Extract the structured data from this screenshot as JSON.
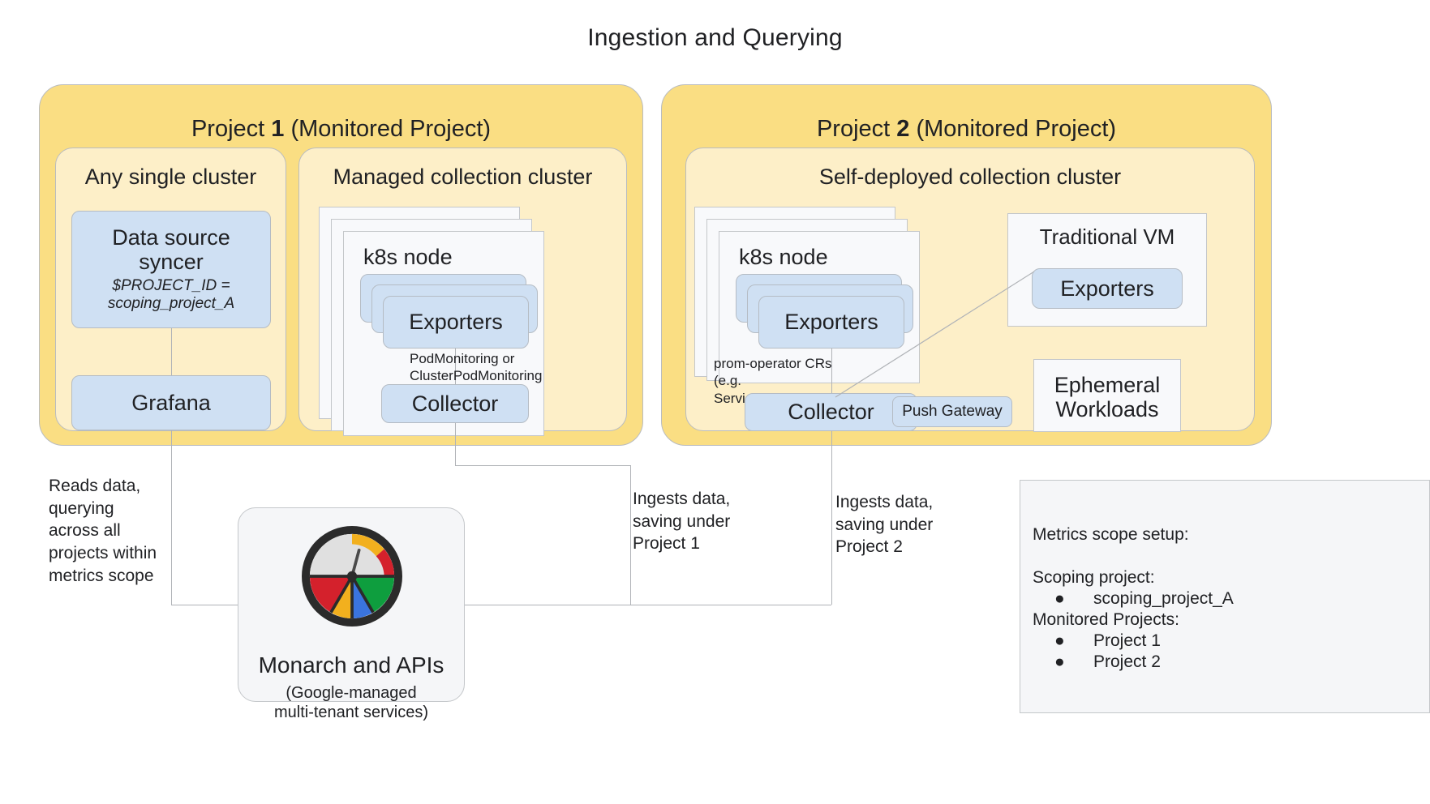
{
  "title": "Ingestion and Querying",
  "projects": [
    {
      "title_prefix": "Project ",
      "number": "1",
      "title_suffix": " (Monitored Project)",
      "clusters": [
        {
          "name": "Any single cluster",
          "boxes": [
            {
              "label": "Data source\nsyncer",
              "sub": "$PROJECT_ID =\nscoping_project_A"
            },
            {
              "label": "Grafana"
            }
          ]
        },
        {
          "name": "Managed collection cluster",
          "node_label": "k8s node",
          "exporters_label": "Exporters",
          "collector_label": "Collector",
          "edge_label": "PodMonitoring or\nClusterPodMonitoring"
        }
      ]
    },
    {
      "title_prefix": "Project ",
      "number": "2",
      "title_suffix": " (Monitored Project)",
      "clusters": [
        {
          "name": "Self-deployed collection cluster",
          "node_label": "k8s node",
          "exporters_label": "Exporters",
          "collector_label": "Collector",
          "edge_label": "prom-operator CRs\n(e.g. ServiceMonitor)",
          "push_gateway_label": "Push Gateway",
          "vm_title": "Traditional VM",
          "vm_exporters_label": "Exporters",
          "ephemeral_title": "Ephemeral\nWorkloads"
        }
      ]
    }
  ],
  "annotations": {
    "reads": "Reads data,\nquerying\nacross all\nprojects within\nmetrics scope",
    "ingest_p1": "Ingests data,\nsaving under\nProject 1",
    "ingest_p2": "Ingests data,\nsaving under\nProject 2"
  },
  "monarch": {
    "title": "Monarch and APIs",
    "subtitle": "(Google-managed\nmulti-tenant services)",
    "icon": "monarch-gauge-icon"
  },
  "legend": {
    "heading": "Metrics scope setup:",
    "scoping_heading": "Scoping project:",
    "scoping_items": [
      "scoping_project_A"
    ],
    "monitored_heading": "Monitored Projects:",
    "monitored_items": [
      "Project 1",
      "Project 2"
    ],
    "bullet": "●"
  },
  "colors": {
    "project_fill": "#FADE83",
    "cluster_fill": "#FDEFC8",
    "blue_fill": "#CFE0F3",
    "card_fill": "#F8F9FB",
    "border": "#b9bcc0",
    "monarch_red": "#D4212C",
    "monarch_yellow": "#F2B01E",
    "monarch_blue": "#3A74DE",
    "monarch_green": "#0E9E3E",
    "monarch_dark": "#2B2B2B",
    "monarch_gray": "#E0E0E0"
  }
}
